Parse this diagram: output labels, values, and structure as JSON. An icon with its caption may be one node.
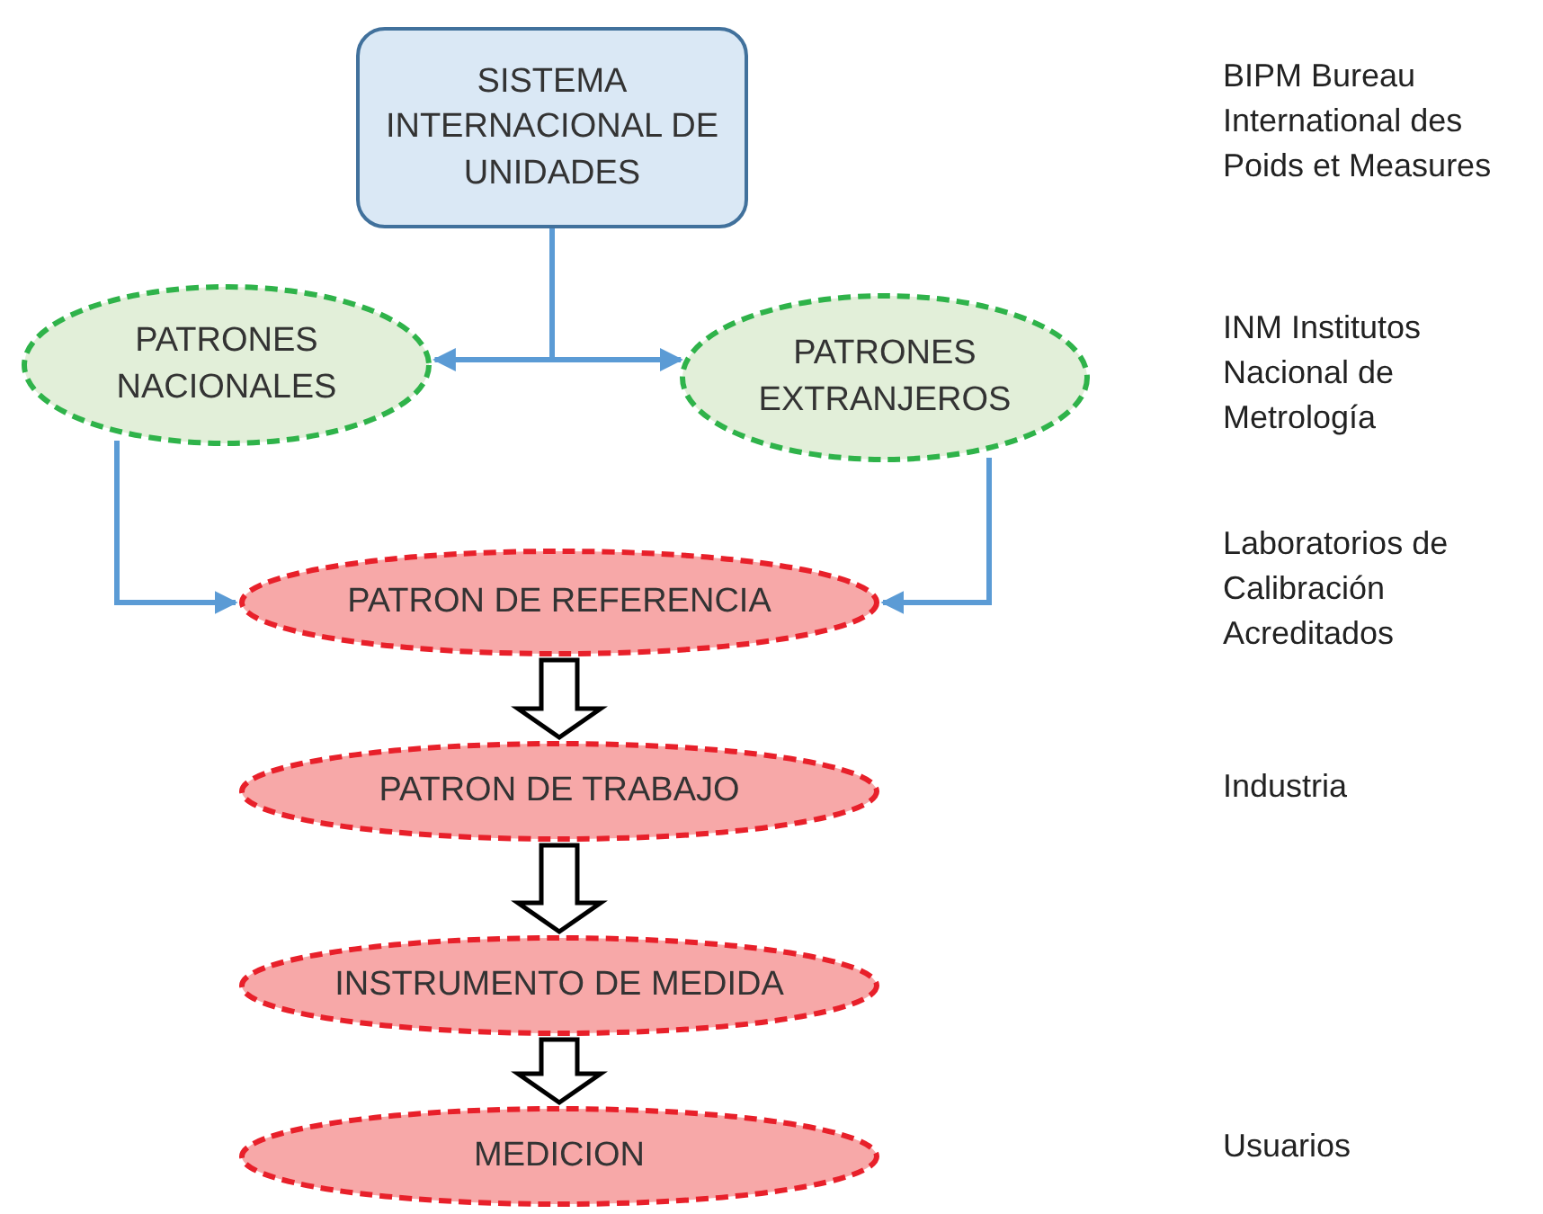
{
  "diagram": {
    "nodes": [
      {
        "text": [
          "SISTEMA INTERNACIONAL DE UNIDADES"
        ]
      },
      {
        "text": [
          "PATRONES NACIONALES"
        ]
      },
      {
        "text": [
          "PATRONES EXTRANJEROS"
        ]
      },
      {
        "text": [
          "PATRON DE REFERENCIA"
        ]
      },
      {
        "text": [
          "PATRON DE TRABAJO"
        ]
      },
      {
        "text": [
          "INSTRUMENTO DE MEDIDA"
        ]
      },
      {
        "text": [
          "MEDICION"
        ]
      }
    ],
    "edges": [
      {
        "from": 0,
        "to": 1,
        "arrow": "to"
      },
      {
        "from": 0,
        "to": 2,
        "arrow": "to"
      },
      {
        "from": 1,
        "to": 3,
        "arrow": "to"
      },
      {
        "from": 2,
        "to": 3,
        "arrow": "to"
      },
      {
        "from": 3,
        "to": 4,
        "arrow": "to",
        "style": "thick",
        "color": "#000000"
      },
      {
        "from": 4,
        "to": 5,
        "arrow": "to",
        "style": "thick",
        "color": "#000000"
      },
      {
        "from": 5,
        "to": 6,
        "arrow": "to",
        "style": "thick",
        "color": "#000000"
      }
    ],
    "labels": [
      "BIPM Bureau International des Poids et Measures",
      "INM Institutos Nacional de Metrología",
      "Laboratorios de Calibración Acreditados",
      "Industria",
      "Usuarios"
    ]
  }
}
